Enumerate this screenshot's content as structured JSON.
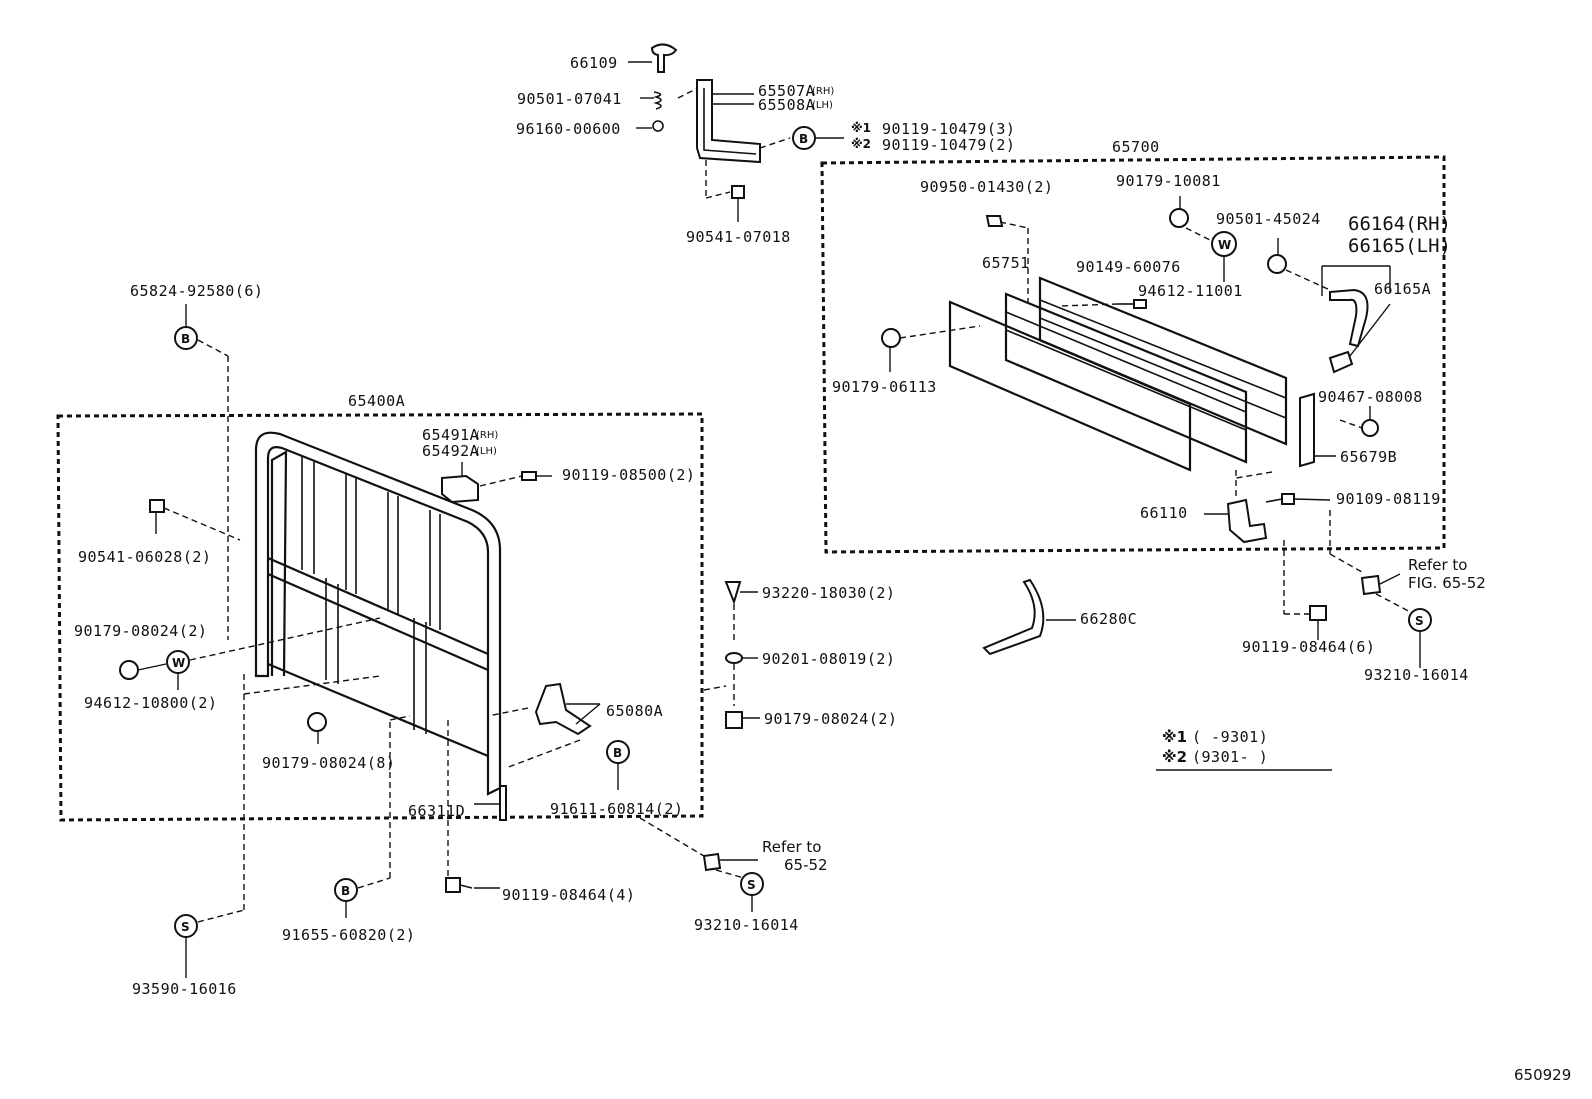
{
  "figure_id": "650929",
  "labels": {
    "l66109": "66109",
    "l90501_07041": "90501-07041",
    "l96160_00600": "96160-00600",
    "l65507A": "65507A",
    "l65507A_sfx": "(RH)",
    "l65508A": "65508A",
    "l65508A_sfx": "(LH)",
    "l90119_10479_1": "90119-10479(3)",
    "l90119_10479_2": "90119-10479(2)",
    "l90541_07018": "90541-07018",
    "l65700": "65700",
    "l90950_01430": "90950-01430(2)",
    "l90179_10081": "90179-10081",
    "l90501_45024": "90501-45024",
    "l66164": "66164(RH)",
    "l66165": "66165(LH)",
    "l65751": "65751",
    "l90149_60076": "90149-60076",
    "l94612_11001": "94612-11001",
    "l66165A": "66165A",
    "l90179_06113": "90179-06113",
    "l90467_08008": "90467-08008",
    "l65679B": "65679B",
    "l66110": "66110",
    "l90109_08119": "90109-08119",
    "l66280C": "66280C",
    "l90119_08464_6": "90119-08464(6)",
    "l93210_16014_r": "93210-16014",
    "l65824_92580": "65824-92580(6)",
    "l65400A": "65400A",
    "l65491A": "65491A",
    "l65491A_sfx": "(RH)",
    "l65492A": "65492A",
    "l65492A_sfx": "(LH)",
    "l90119_08500": "90119-08500(2)",
    "l90541_06028": "90541-06028(2)",
    "l93220_18030": "93220-18030(2)",
    "l90179_08024_2a": "90179-08024(2)",
    "l90201_08019": "90201-08019(2)",
    "l94612_10800": "94612-10800(2)",
    "l65080A": "65080A",
    "l90179_08024_2b": "90179-08024(2)",
    "l90179_08024_8": "90179-08024(8)",
    "l91611_60814": "91611-60814(2)",
    "l66311D": "66311D",
    "l90119_08464_4": "90119-08464(4)",
    "l93210_16014_c": "93210-16014",
    "l91655_60820": "91655-60820(2)",
    "l93590_16016": "93590-16016"
  },
  "refs": {
    "refer_to": "Refer to",
    "fig_65_52": "FIG. 65-52",
    "r65_52": "65-52"
  },
  "symbols": {
    "b": "B",
    "w": "W",
    "s": "S",
    "mark1": "※1",
    "mark2": "※2"
  },
  "legend": {
    "mark1": "※1",
    "range1": "(      -9301)",
    "mark2": "※2",
    "range2": "(9301-      )"
  }
}
